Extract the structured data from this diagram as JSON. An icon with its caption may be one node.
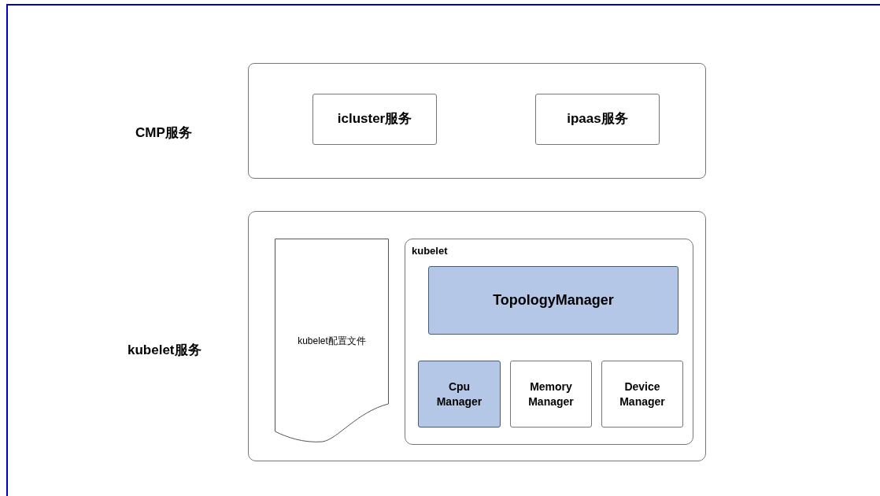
{
  "diagram": {
    "nodes": [
      {
        "text": [],
        "shape": "box"
      },
      {
        "text": [
          "icluster服务"
        ],
        "in": 0
      },
      {
        "text": [
          "ipaas服务"
        ],
        "in": 0
      },
      {
        "text": [],
        "shape": "box"
      },
      {
        "text": [
          "kubelet配置文件"
        ],
        "in": 3
      },
      {
        "text": [
          "kubelet"
        ],
        "in": 3
      },
      {
        "text": [
          "TopologyManager"
        ],
        "in": 5
      },
      {
        "text": [
          "Cpu Manager"
        ],
        "in": 5
      },
      {
        "text": [
          "Memory Manager"
        ],
        "in": 5
      },
      {
        "text": [
          "Device Manager"
        ],
        "in": 5
      }
    ],
    "labels": [
      "CMP服务",
      "kubelet服务"
    ]
  }
}
